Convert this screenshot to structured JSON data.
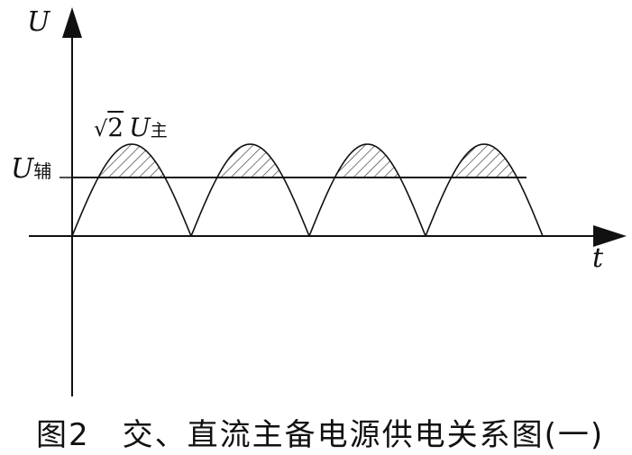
{
  "axes": {
    "y_label": "U",
    "x_label": "t"
  },
  "labels": {
    "aux_voltage_main": "U",
    "aux_voltage_sub": "辅",
    "peak_sqrt": "√",
    "peak_coef": "2",
    "peak_main": "U",
    "peak_sub": "主"
  },
  "caption": "图2　交、直流主备电源供电关系图(一)",
  "style": {
    "line_color": "#111111",
    "hatch_color": "#333333"
  }
}
